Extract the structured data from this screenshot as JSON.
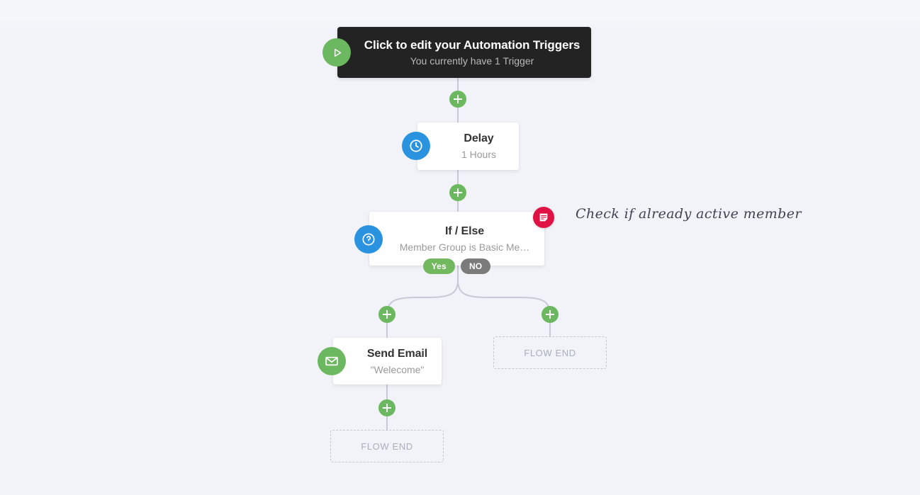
{
  "canvas": {
    "background_color": "#f2f3f8",
    "accent_green": "#6cb860",
    "accent_blue": "#2a93e0",
    "accent_red": "#e01245",
    "connector_color": "#c6cad6"
  },
  "trigger": {
    "icon": "play-icon",
    "title": "Click to edit your Automation Triggers",
    "subtitle": "You currently have 1 Trigger"
  },
  "steps": [
    {
      "id": "delay",
      "icon": "clock-icon",
      "icon_color": "#2a93e0",
      "title": "Delay",
      "subtitle": "1 Hours"
    },
    {
      "id": "if-else",
      "icon": "question-circle-icon",
      "icon_color": "#2a93e0",
      "title": "If / Else",
      "subtitle": "Member Group is Basic Me…",
      "note_icon": "note-icon",
      "note_color": "#e01245",
      "branches": [
        {
          "label": "Yes",
          "color": "#72b85f"
        },
        {
          "label": "NO",
          "color": "#7b7b7b"
        }
      ]
    },
    {
      "id": "send-email",
      "icon": "envelope-icon",
      "icon_color": "#6cb860",
      "title": "Send Email",
      "subtitle": "\"Welecome\""
    }
  ],
  "flow_ends": [
    {
      "id": "flow-end-no",
      "label": "FLOW END"
    },
    {
      "id": "flow-end-email",
      "label": "FLOW END"
    }
  ],
  "add_buttons": [
    {
      "id": "add-after-trigger",
      "label": "+"
    },
    {
      "id": "add-after-delay",
      "label": "+"
    },
    {
      "id": "add-yes-branch",
      "label": "+"
    },
    {
      "id": "add-no-branch",
      "label": "+"
    },
    {
      "id": "add-after-email",
      "label": "+"
    }
  ],
  "annotation": {
    "text": "Check if already active member"
  }
}
